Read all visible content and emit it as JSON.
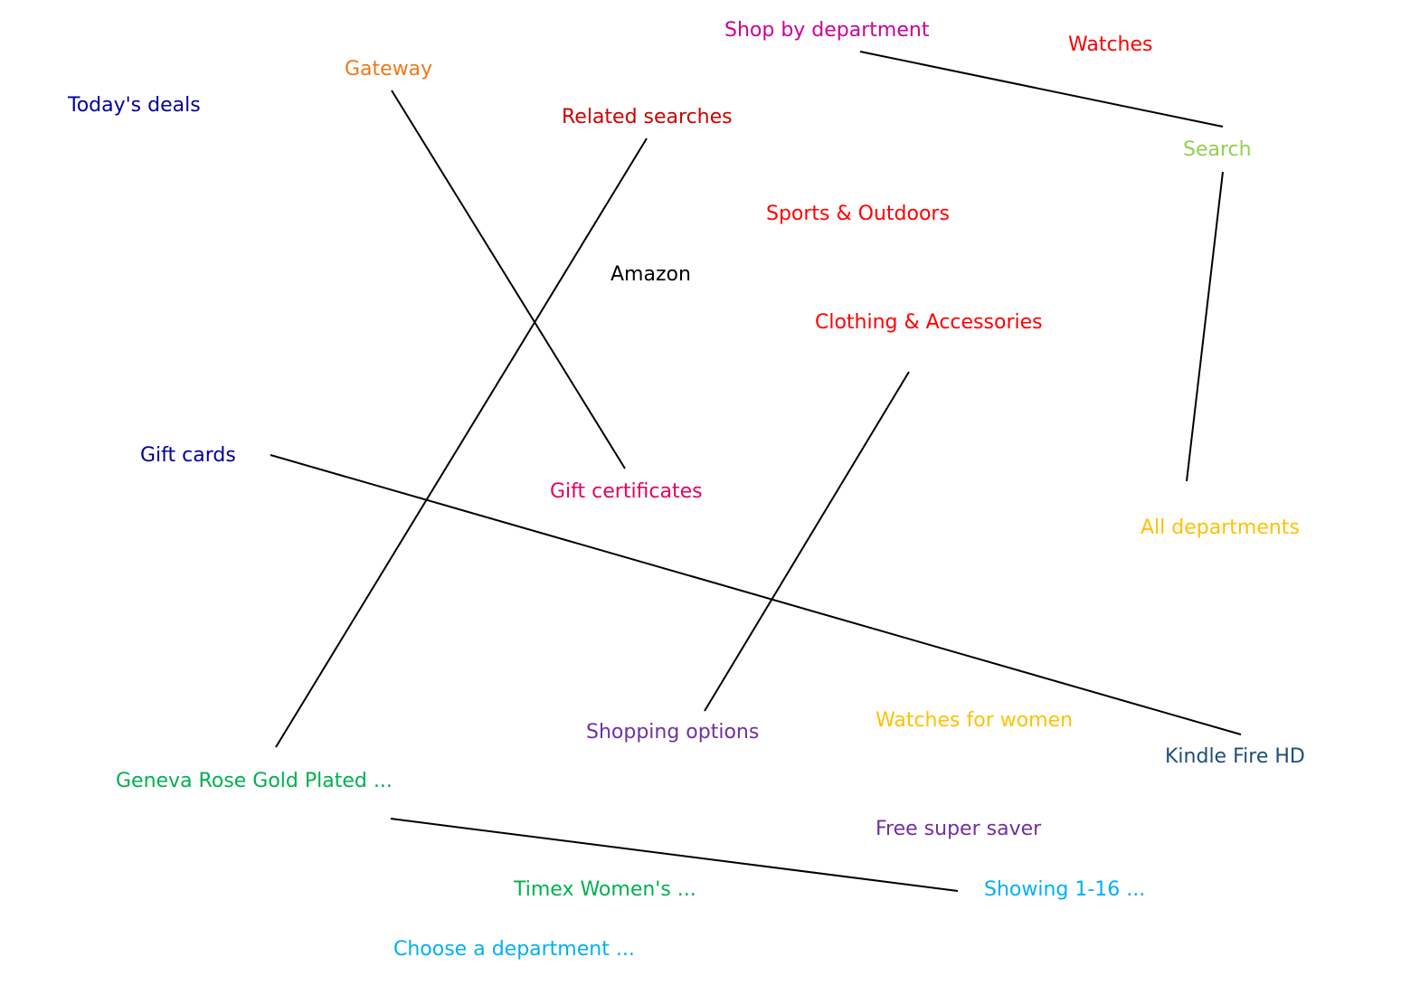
{
  "diagram": {
    "nodes": [
      {
        "id": "shop_by_department",
        "label": "Shop by department",
        "color": "#CC0099"
      },
      {
        "id": "watches",
        "label": "Watches",
        "color": "#FF0000"
      },
      {
        "id": "gateway",
        "label": "Gateway",
        "color": "#F07818"
      },
      {
        "id": "todays_deals",
        "label": "Today's deals",
        "color": "#000099"
      },
      {
        "id": "related_searches",
        "label": "Related searches",
        "color": "#CC0000"
      },
      {
        "id": "search",
        "label": "Search",
        "color": "#92D050"
      },
      {
        "id": "sports_outdoors",
        "label": "Sports & Outdoors",
        "color": "#FF0000"
      },
      {
        "id": "amazon",
        "label": "Amazon",
        "color": "#000000"
      },
      {
        "id": "clothing_accessories",
        "label": "Clothing & Accessories",
        "color": "#FF0000"
      },
      {
        "id": "gift_cards",
        "label": "Gift cards",
        "color": "#000099"
      },
      {
        "id": "gift_certificates",
        "label": "Gift certificates",
        "color": "#E6005C"
      },
      {
        "id": "all_departments",
        "label": "All departments",
        "color": "#FFC000"
      },
      {
        "id": "shopping_options",
        "label": "Shopping options",
        "color": "#7030A0"
      },
      {
        "id": "watches_for_women",
        "label": "Watches for women",
        "color": "#FFC000"
      },
      {
        "id": "kindle_fire_hd",
        "label": "Kindle Fire HD",
        "color": "#1F4E79"
      },
      {
        "id": "geneva_rose",
        "label": "Geneva Rose Gold Plated ...",
        "color": "#00B050"
      },
      {
        "id": "free_super_saver",
        "label": "Free super saver",
        "color": "#7030A0"
      },
      {
        "id": "timex_womens",
        "label": "Timex Women's ...",
        "color": "#00B050"
      },
      {
        "id": "showing_1_16",
        "label": "Showing 1-16 ...",
        "color": "#00B0F0"
      },
      {
        "id": "choose_department",
        "label": "Choose a department ...",
        "color": "#00B0F0"
      }
    ],
    "edges": [
      {
        "from": "shop_by_department",
        "to": "search"
      },
      {
        "from": "search",
        "to": "all_departments"
      },
      {
        "from": "gateway",
        "to": "gift_certificates"
      },
      {
        "from": "related_searches",
        "to": "geneva_rose"
      },
      {
        "from": "clothing_accessories",
        "to": "shopping_options"
      },
      {
        "from": "gift_cards",
        "to": "kindle_fire_hd"
      },
      {
        "from": "geneva_rose",
        "to": "showing_1_16"
      }
    ]
  }
}
